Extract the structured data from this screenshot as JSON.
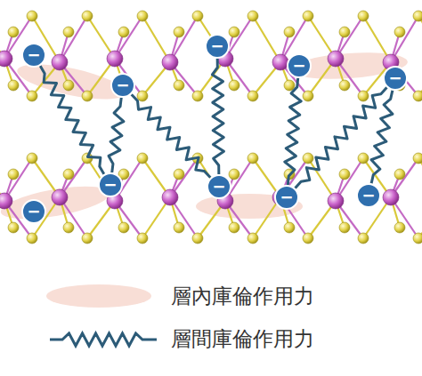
{
  "diagram": {
    "nodes": [
      {
        "text": [
          "−"
        ]
      },
      {
        "text": [
          "−"
        ]
      },
      {
        "text": [
          "−"
        ]
      },
      {
        "text": [
          "−"
        ]
      },
      {
        "text": [
          "−"
        ]
      },
      {
        "text": [
          "−"
        ]
      },
      {
        "text": [
          "−"
        ]
      },
      {
        "text": [
          "−"
        ]
      },
      {
        "text": [
          "−"
        ]
      },
      {
        "text": [
          "−"
        ]
      }
    ],
    "edges": [
      {
        "from": 0,
        "to": 6,
        "arrow": "none"
      },
      {
        "from": 1,
        "to": 6,
        "arrow": "none"
      },
      {
        "from": 1,
        "to": 7,
        "arrow": "none"
      },
      {
        "from": 2,
        "to": 7,
        "arrow": "none"
      },
      {
        "from": 3,
        "to": 8,
        "arrow": "none"
      },
      {
        "from": 4,
        "to": 8,
        "arrow": "none"
      },
      {
        "from": 4,
        "to": 9,
        "arrow": "none"
      }
    ],
    "legend": [
      {
        "text": "層內庫倫作用力",
        "color": "#f8ded6"
      },
      {
        "text": "層間庫倫作用力"
      }
    ]
  }
}
